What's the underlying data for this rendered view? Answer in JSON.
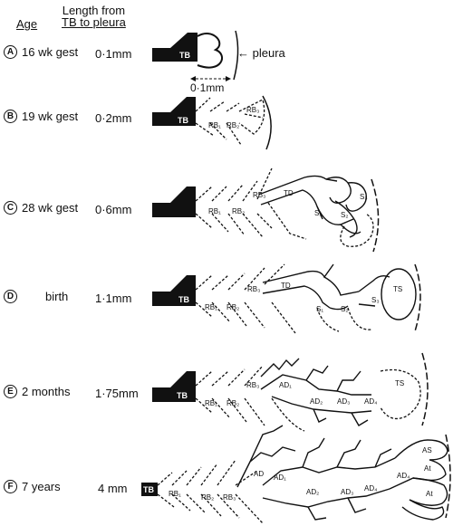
{
  "headers": {
    "age": "Age",
    "length_line1": "Length from",
    "length_line2": "TB to pleura"
  },
  "rows": [
    {
      "letter": "A",
      "age": "16 wk gest",
      "length": "0·1mm"
    },
    {
      "letter": "B",
      "age": "19 wk gest",
      "length": "0·2mm"
    },
    {
      "letter": "C",
      "age": "28 wk gest",
      "length": "0·6mm"
    },
    {
      "letter": "D",
      "age": "birth",
      "length": "1·1mm"
    },
    {
      "letter": "E",
      "age": "2 months",
      "length": "1·75mm"
    },
    {
      "letter": "F",
      "age": "7 years",
      "length": "4 mm"
    }
  ],
  "annotations": {
    "pleura": "← pleura",
    "scale": "0·1mm"
  },
  "labels": {
    "tb": "TB",
    "rb1": "RB₁",
    "rb2": "RB₂",
    "rb3": "RB₃",
    "td": "TD",
    "ts": "TS",
    "s1": "S₁",
    "s2": "S₂",
    "s3": "S₃",
    "ad1": "AD₁",
    "ad2": "AD₂",
    "ad3": "AD₃",
    "ad4": "AD₄",
    "ad": "AD",
    "as": "AS",
    "at": "At"
  }
}
